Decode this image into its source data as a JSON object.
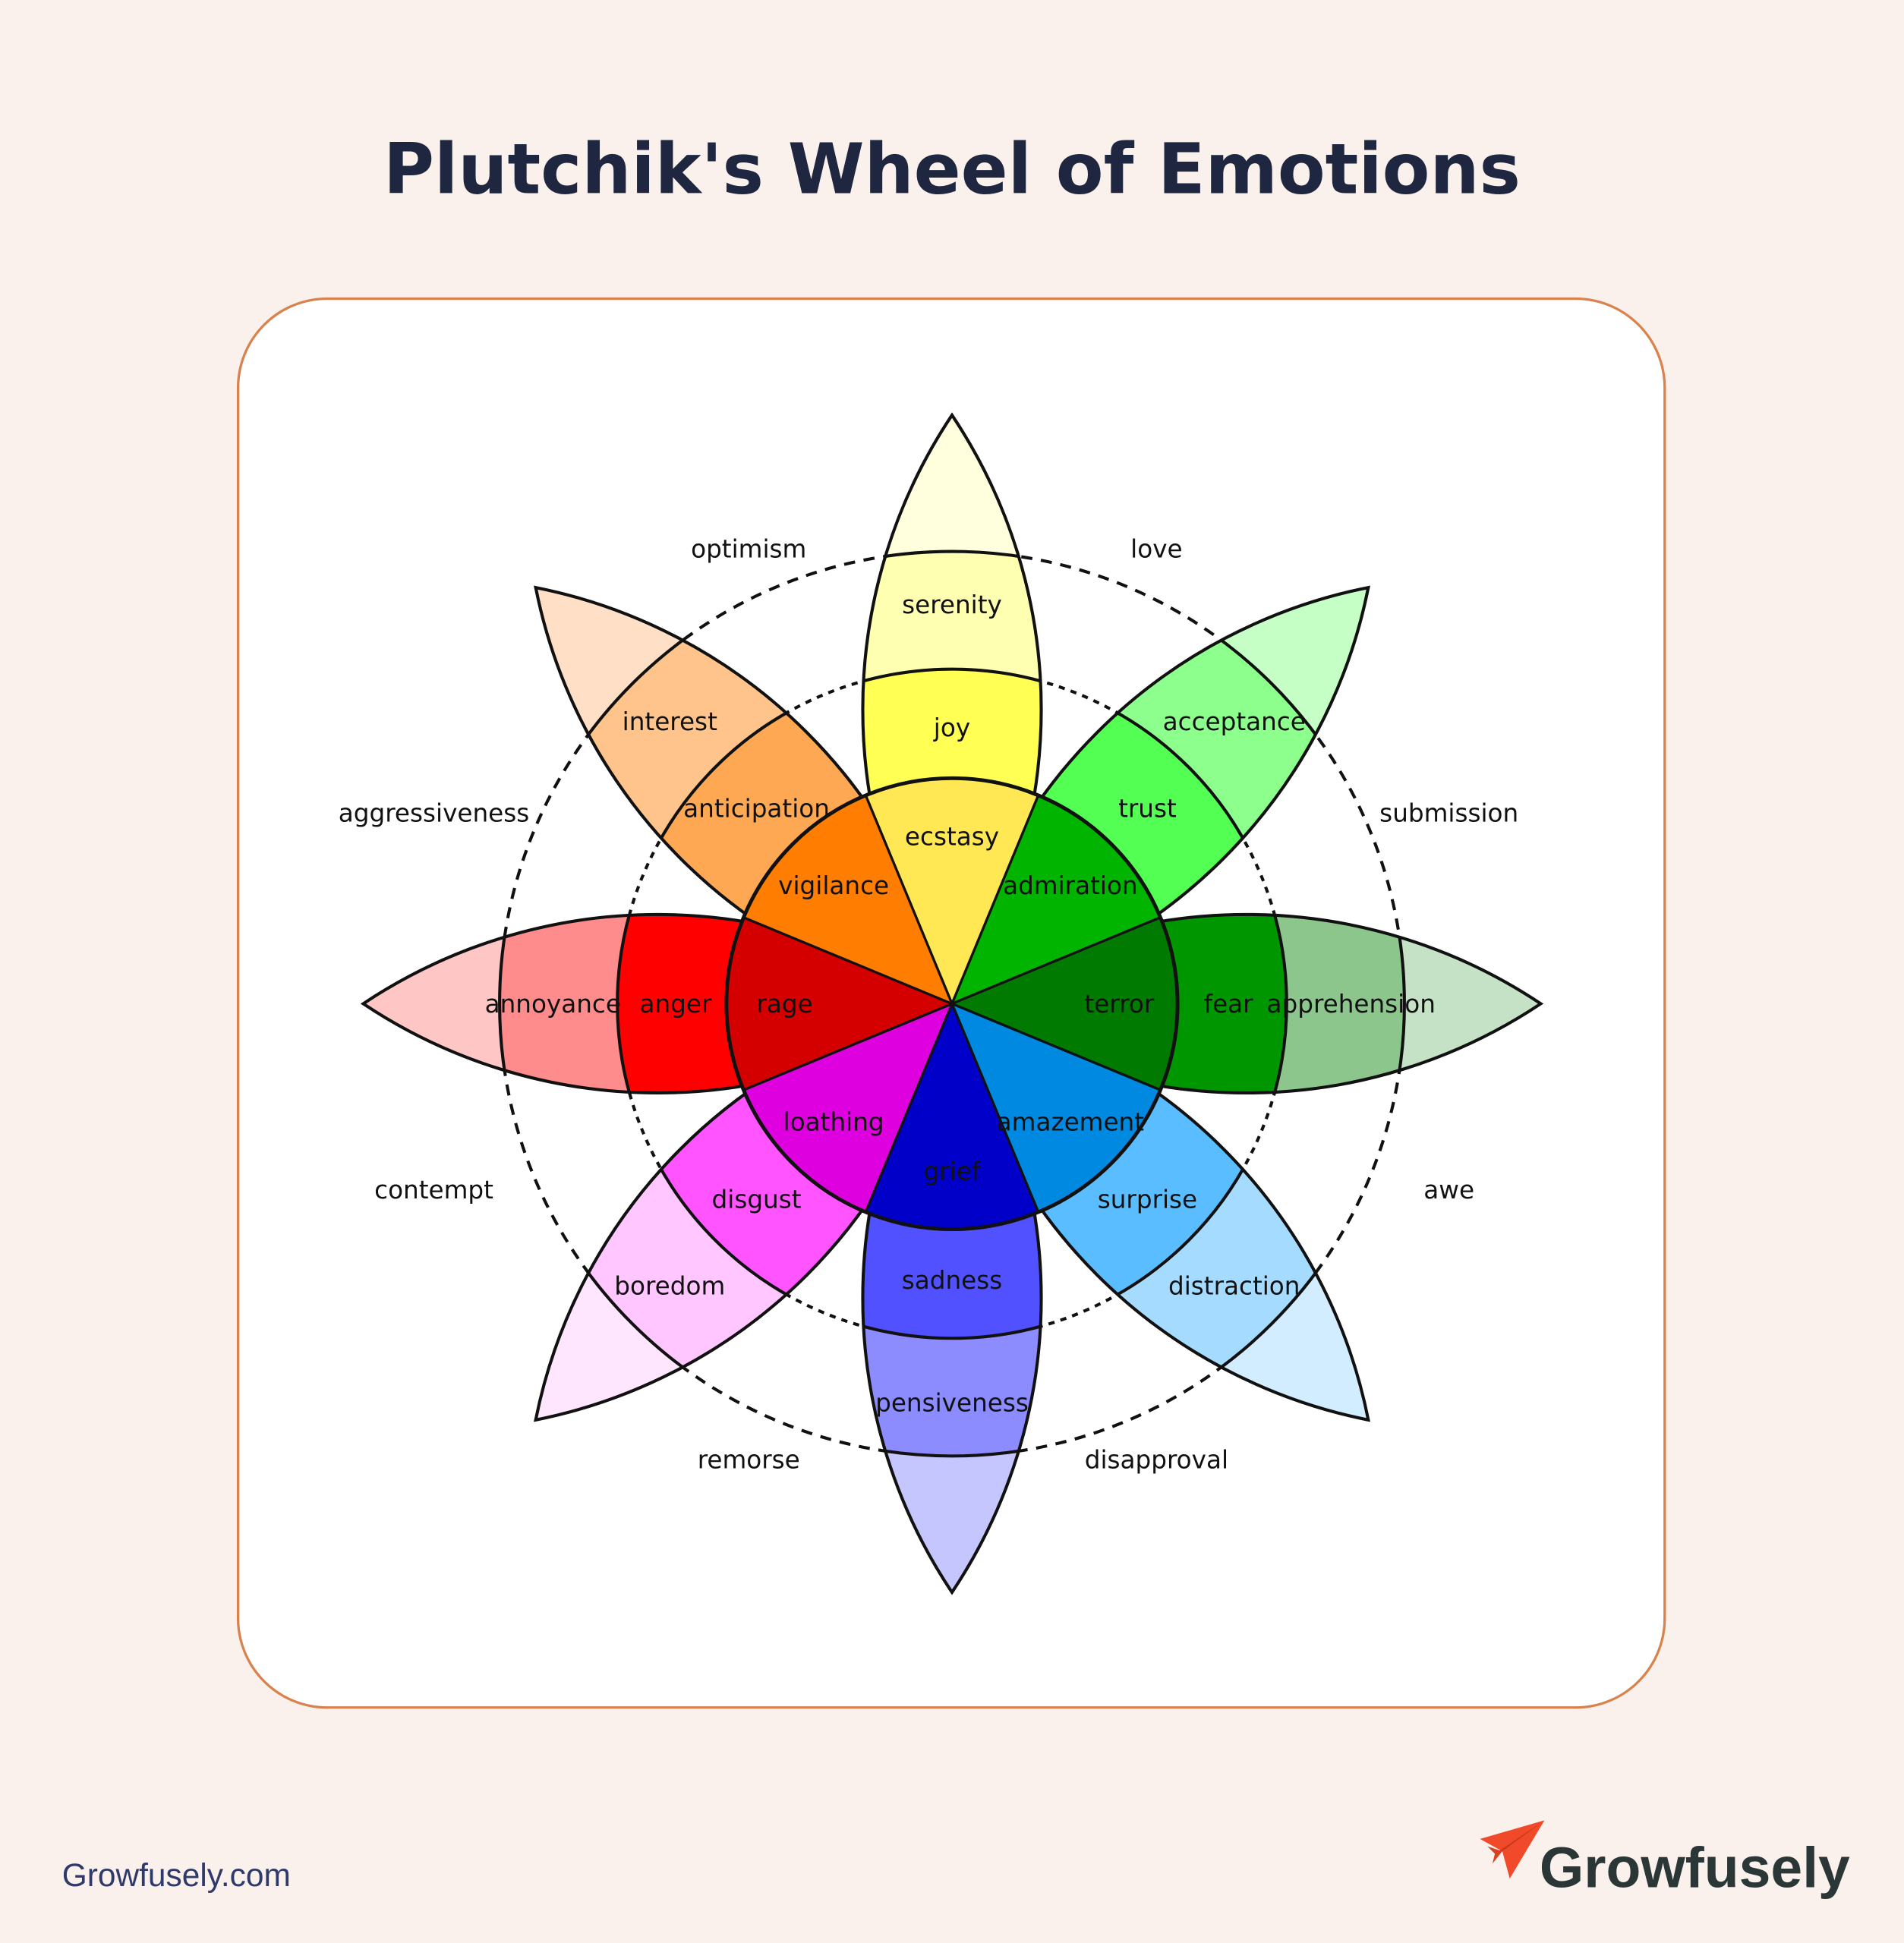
{
  "title": "Plutchik's Wheel of Emotions",
  "petals": [
    {
      "name": "joy",
      "labels": [
        "ecstasy",
        "joy",
        "serenity"
      ],
      "colors": [
        "#FFE854",
        "#FFFF54",
        "#FFFFB1",
        "#FFFFDE"
      ]
    },
    {
      "name": "trust",
      "labels": [
        "admiration",
        "trust",
        "acceptance"
      ],
      "colors": [
        "#00B400",
        "#54FF54",
        "#8CFF8C",
        "#C6FFC6"
      ]
    },
    {
      "name": "fear",
      "labels": [
        "terror",
        "fear",
        "apprehension"
      ],
      "colors": [
        "#007A00",
        "#009600",
        "#8DC68D",
        "#C6E2C6"
      ]
    },
    {
      "name": "surprise",
      "labels": [
        "amazement",
        "surprise",
        "distraction"
      ],
      "colors": [
        "#0089E0",
        "#59BDFF",
        "#A5DBFF",
        "#D2EDFF"
      ]
    },
    {
      "name": "sadness",
      "labels": [
        "grief",
        "sadness",
        "pensiveness"
      ],
      "colors": [
        "#0000C8",
        "#5151FF",
        "#8C8CFF",
        "#C6C6FF"
      ]
    },
    {
      "name": "disgust",
      "labels": [
        "loathing",
        "disgust",
        "boredom"
      ],
      "colors": [
        "#DE00DE",
        "#FF54FF",
        "#FFC6FF",
        "#FFE6FF"
      ]
    },
    {
      "name": "anger",
      "labels": [
        "rage",
        "anger",
        "annoyance"
      ],
      "colors": [
        "#D40000",
        "#FF0000",
        "#FF8C8C",
        "#FFC6C6"
      ]
    },
    {
      "name": "anticipation",
      "labels": [
        "vigilance",
        "anticipation",
        "interest"
      ],
      "colors": [
        "#FF7D00",
        "#FFA854",
        "#FFC48C",
        "#FFE0C6"
      ]
    }
  ],
  "dyads": [
    "love",
    "submission",
    "awe",
    "disapproval",
    "remorse",
    "contempt",
    "aggressiveness",
    "optimism"
  ],
  "footer": {
    "site": "Growfusely.com",
    "brand": "Growfusely"
  },
  "colors": {
    "background": "#FAF1EC",
    "card_border": "#D9824D",
    "title": "#1E2640",
    "logo": "#F04A2A"
  }
}
